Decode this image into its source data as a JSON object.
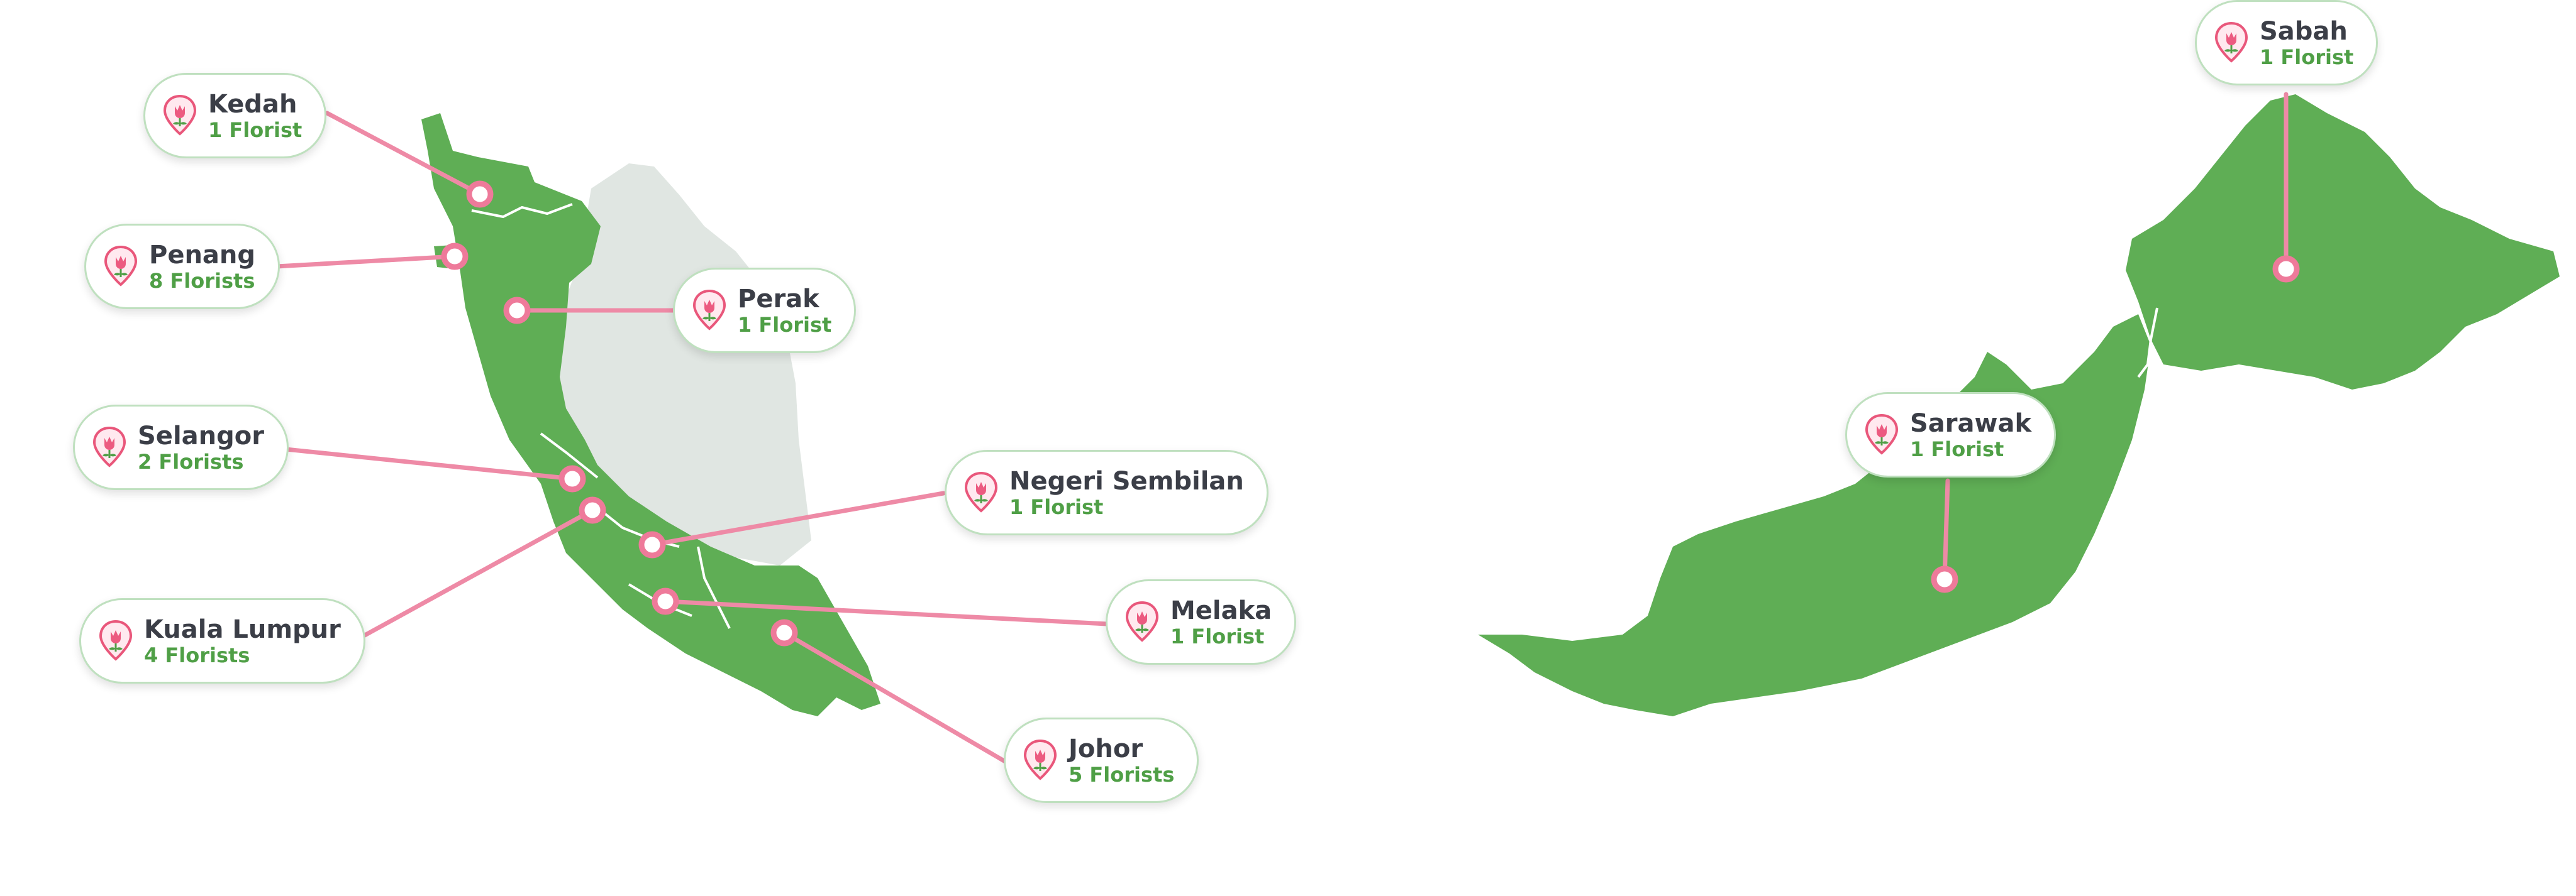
{
  "colors": {
    "land_active": "#5fae55",
    "land_inactive": "#e0e6e2",
    "border": "#ffffff",
    "connector": "#ee8aa6",
    "marker_ring": "#ee7a9a",
    "label_border": "#bfe0bf",
    "name_text": "#3b3e47",
    "count_text": "#4f9f46"
  },
  "pin_icon": "flower-pin-icon",
  "states": [
    {
      "id": "kedah",
      "name": "Kedah",
      "count": "1 Florist"
    },
    {
      "id": "penang",
      "name": "Penang",
      "count": "8 Florists"
    },
    {
      "id": "perak",
      "name": "Perak",
      "count": "1 Florist"
    },
    {
      "id": "selangor",
      "name": "Selangor",
      "count": "2 Florists"
    },
    {
      "id": "negeri-sembilan",
      "name": "Negeri Sembilan",
      "count": "1 Florist"
    },
    {
      "id": "kuala-lumpur",
      "name": "Kuala Lumpur",
      "count": "4 Florists"
    },
    {
      "id": "melaka",
      "name": "Melaka",
      "count": "1 Florist"
    },
    {
      "id": "johor",
      "name": "Johor",
      "count": "5 Florists"
    },
    {
      "id": "sabah",
      "name": "Sabah",
      "count": "1 Florist"
    },
    {
      "id": "sarawak",
      "name": "Sarawak",
      "count": "1 Florist"
    }
  ]
}
